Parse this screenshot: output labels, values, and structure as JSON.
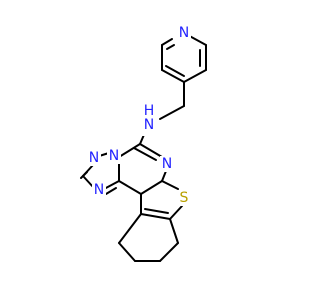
{
  "molecule": {
    "atoms": {
      "n_pyridine": "N",
      "n_amine": "N",
      "h_amine": "H",
      "n_triazole_a": "N",
      "n_triazole_b": "N",
      "n_triazole_c": "N",
      "n_pyrimidine": "N",
      "s_thiophene": "S"
    },
    "colors": {
      "carbon_bond": "#000000",
      "nitrogen": "#2323ff",
      "sulfur": "#b8a000",
      "background": "#ffffff"
    }
  }
}
